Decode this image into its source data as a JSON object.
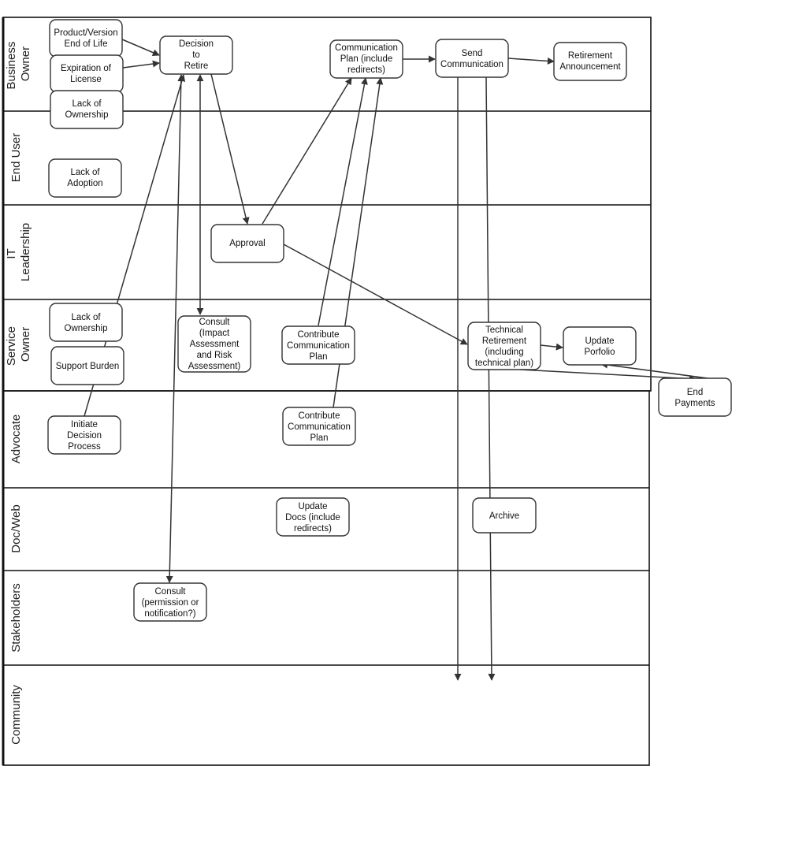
{
  "lanes": [
    {
      "id": "business-owner",
      "label": [
        "Business",
        "Owner"
      ]
    },
    {
      "id": "end-user",
      "label": [
        "End User"
      ]
    },
    {
      "id": "it-leadership",
      "label": [
        "IT",
        "Leadership"
      ]
    },
    {
      "id": "service-owner",
      "label": [
        "Service",
        "Owner"
      ]
    },
    {
      "id": "advocate",
      "label": [
        "Advocate"
      ]
    },
    {
      "id": "doc-web",
      "label": [
        "Doc/Web"
      ]
    },
    {
      "id": "stakeholders",
      "label": [
        "Stakeholders"
      ]
    },
    {
      "id": "community",
      "label": [
        "Community"
      ]
    }
  ],
  "nodes": [
    {
      "id": "product-version-eol",
      "lines": [
        "Product/Version",
        "End of Life"
      ]
    },
    {
      "id": "expiration-of-license",
      "lines": [
        "Expiration of",
        "License"
      ]
    },
    {
      "id": "lack-of-ownership-bo",
      "lines": [
        "Lack of",
        "Ownership"
      ]
    },
    {
      "id": "decision-to-retire",
      "lines": [
        "Decision",
        "to",
        "Retire"
      ]
    },
    {
      "id": "communication-plan",
      "lines": [
        "Communication",
        "Plan (include",
        "redirects)"
      ]
    },
    {
      "id": "send-communication",
      "lines": [
        "Send",
        "Communication"
      ]
    },
    {
      "id": "retirement-announcement",
      "lines": [
        "Retirement",
        "Announcement"
      ]
    },
    {
      "id": "lack-of-adoption",
      "lines": [
        "Lack of",
        "Adoption"
      ]
    },
    {
      "id": "approval",
      "lines": [
        "Approval"
      ]
    },
    {
      "id": "lack-of-ownership-so",
      "lines": [
        "Lack of",
        "Ownership"
      ]
    },
    {
      "id": "support-burden",
      "lines": [
        "Support Burden"
      ]
    },
    {
      "id": "consult-impact",
      "lines": [
        "Consult",
        "(Impact",
        "Assessment",
        "and Risk",
        "Assessment)"
      ]
    },
    {
      "id": "contribute-comm-plan-so",
      "lines": [
        "Contribute",
        "Communication",
        "Plan"
      ]
    },
    {
      "id": "technical-retirement",
      "lines": [
        "Technical",
        "Retirement",
        "(including",
        "technical plan)"
      ]
    },
    {
      "id": "update-porfolio",
      "lines": [
        "Update",
        "Porfolio"
      ]
    },
    {
      "id": "end-payments",
      "lines": [
        "End",
        "Payments"
      ]
    },
    {
      "id": "initiate-decision-process",
      "lines": [
        "Initiate",
        "Decision",
        "Process"
      ]
    },
    {
      "id": "contribute-comm-plan-adv",
      "lines": [
        "Contribute",
        "Communication",
        "Plan"
      ]
    },
    {
      "id": "update-docs",
      "lines": [
        "Update",
        "Docs (include",
        "redirects)"
      ]
    },
    {
      "id": "archive",
      "lines": [
        "Archive"
      ]
    },
    {
      "id": "consult-permission",
      "lines": [
        "Consult",
        "(permission or",
        "notification?)"
      ]
    }
  ]
}
